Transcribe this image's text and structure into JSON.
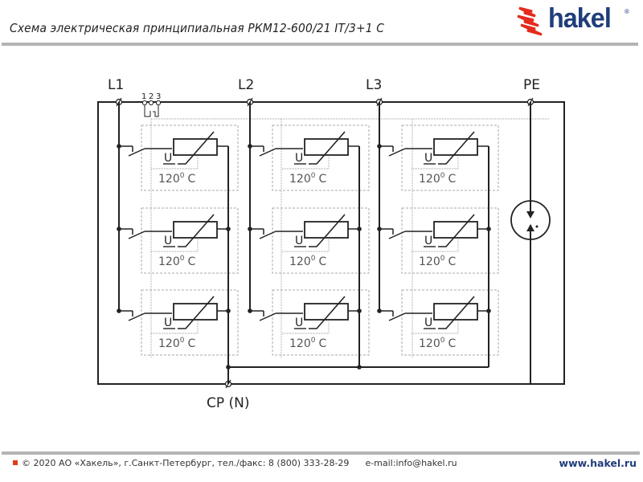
{
  "header": {
    "title": "Схема электрическая принципиальная РКМ12-600/21 IT/3+1 С",
    "logo": {
      "text": "hakel",
      "registered_mark": "®",
      "brand_color": "#1f3d7a",
      "accent_color": "#e52a1e"
    }
  },
  "diagram": {
    "terminals": {
      "l1": "L1",
      "l2": "L2",
      "l3": "L3",
      "pe": "PE",
      "cp": "CP (N)"
    },
    "signal_contacts": [
      "1",
      "2",
      "3"
    ],
    "varistor_modules": [
      {
        "phase": "L1",
        "row": 1,
        "u_label": "U",
        "temp_label": "120",
        "temp_sup": "0",
        "temp_unit": "C"
      },
      {
        "phase": "L1",
        "row": 2,
        "u_label": "U",
        "temp_label": "120",
        "temp_sup": "0",
        "temp_unit": "C"
      },
      {
        "phase": "L1",
        "row": 3,
        "u_label": "U",
        "temp_label": "120",
        "temp_sup": "0",
        "temp_unit": "C"
      },
      {
        "phase": "L2",
        "row": 1,
        "u_label": "U",
        "temp_label": "120",
        "temp_sup": "0",
        "temp_unit": "C"
      },
      {
        "phase": "L2",
        "row": 2,
        "u_label": "U",
        "temp_label": "120",
        "temp_sup": "0",
        "temp_unit": "C"
      },
      {
        "phase": "L2",
        "row": 3,
        "u_label": "U",
        "temp_label": "120",
        "temp_sup": "0",
        "temp_unit": "C"
      },
      {
        "phase": "L3",
        "row": 1,
        "u_label": "U",
        "temp_label": "120",
        "temp_sup": "0",
        "temp_unit": "C"
      },
      {
        "phase": "L3",
        "row": 2,
        "u_label": "U",
        "temp_label": "120",
        "temp_sup": "0",
        "temp_unit": "C"
      },
      {
        "phase": "L3",
        "row": 3,
        "u_label": "U",
        "temp_label": "120",
        "temp_sup": "0",
        "temp_unit": "C"
      }
    ],
    "gas_discharge_tube": {
      "icon": "spark-gap-icon"
    }
  },
  "footer": {
    "copyright": "© 2020 АО «Хакель», г.Санкт-Петербург, тел./факс: 8 (800) 333-28-29",
    "email": "e-mail:info@hakel.ru",
    "website": "www.hakel.ru",
    "bullet_color": "#e03a1c"
  }
}
